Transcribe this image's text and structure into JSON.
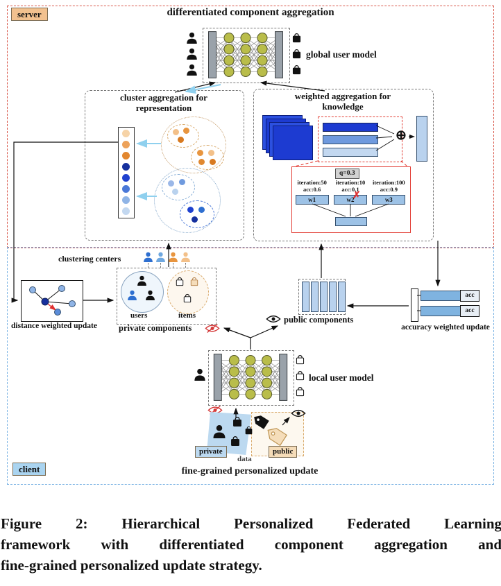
{
  "icons": {
    "person": "user-silhouette",
    "bag": "shopping-bag-item",
    "eye": "public-visible-eye",
    "eye_slash": "private-hidden-eye",
    "tag": "price-tag",
    "plus": "circled-plus-aggregation"
  },
  "server": {
    "badge": "server",
    "title": "differentiated component aggregation",
    "global_model_label": "global user model",
    "cluster_box": {
      "title": "cluster aggregation for representation"
    },
    "weighted_box": {
      "title": "weighted aggregation for knowledge",
      "plus_symbol": "⊕",
      "q_label": "q=0.3",
      "cross_mark": "✗",
      "weights": [
        {
          "iteration": "iteration:50",
          "acc": "acc:0.6",
          "label": "w1"
        },
        {
          "iteration": "iteration:10",
          "acc": "acc:0.1",
          "label": "w2"
        },
        {
          "iteration": "iteration:100",
          "acc": "acc:0.9",
          "label": "w3"
        }
      ]
    }
  },
  "client": {
    "badge": "client",
    "clustering_centers_label": "clustering centers",
    "private_components": {
      "label": "private components",
      "users_label": "users",
      "items_label": "items"
    },
    "distance_update_label": "distance weighted update",
    "public_components_label": "public components",
    "accuracy_update_label": "accuracy weighted update",
    "acc_bars": [
      {
        "label": "acc"
      },
      {
        "label": "acc"
      }
    ],
    "local_model_label": "local user model",
    "data_section": {
      "private_badge": "private",
      "public_badge": "public",
      "data_label": "data"
    },
    "bottom_title": "fine-grained personalized update"
  },
  "caption": {
    "line1": "Figure 2: Hierarchical Personalized Federated Learning",
    "line2": "framework with differentiated component aggregation and",
    "line3": "fine-grained personalized update strategy."
  },
  "colors": {
    "server_badge_bg": "#f2c18f",
    "client_badge_bg": "#aad4f0",
    "server_border": "#d85548",
    "client_border": "#7cb4e4",
    "nn_node": "#b9bd4a",
    "deep_blue": "#1d3bd1",
    "light_blue_bar": "#b9d2ee",
    "orange_dot": "#e8953f",
    "blue_dot": "#1f41cf",
    "red_accent": "#e23b32"
  }
}
